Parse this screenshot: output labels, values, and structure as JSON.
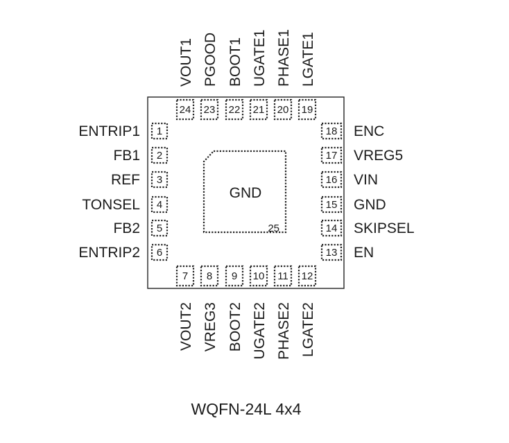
{
  "package": {
    "caption": "WQFN-24L 4x4",
    "center_pad": {
      "label": "GND",
      "number": "25"
    }
  },
  "pins": {
    "left": [
      {
        "number": "1",
        "name": "ENTRIP1"
      },
      {
        "number": "2",
        "name": "FB1"
      },
      {
        "number": "3",
        "name": "REF"
      },
      {
        "number": "4",
        "name": "TONSEL"
      },
      {
        "number": "5",
        "name": "FB2"
      },
      {
        "number": "6",
        "name": "ENTRIP2"
      }
    ],
    "bottom": [
      {
        "number": "7",
        "name": "VOUT2"
      },
      {
        "number": "8",
        "name": "VREG3"
      },
      {
        "number": "9",
        "name": "BOOT2"
      },
      {
        "number": "10",
        "name": "UGATE2"
      },
      {
        "number": "11",
        "name": "PHASE2"
      },
      {
        "number": "12",
        "name": "LGATE2"
      }
    ],
    "right": [
      {
        "number": "13",
        "name": "EN"
      },
      {
        "number": "14",
        "name": "SKIPSEL"
      },
      {
        "number": "15",
        "name": "GND"
      },
      {
        "number": "16",
        "name": "VIN"
      },
      {
        "number": "17",
        "name": "VREG5"
      },
      {
        "number": "18",
        "name": "ENC"
      }
    ],
    "top": [
      {
        "number": "19",
        "name": "LGATE1"
      },
      {
        "number": "20",
        "name": "PHASE1"
      },
      {
        "number": "21",
        "name": "UGATE1"
      },
      {
        "number": "22",
        "name": "BOOT1"
      },
      {
        "number": "23",
        "name": "PGOOD"
      },
      {
        "number": "24",
        "name": "VOUT1"
      }
    ]
  }
}
